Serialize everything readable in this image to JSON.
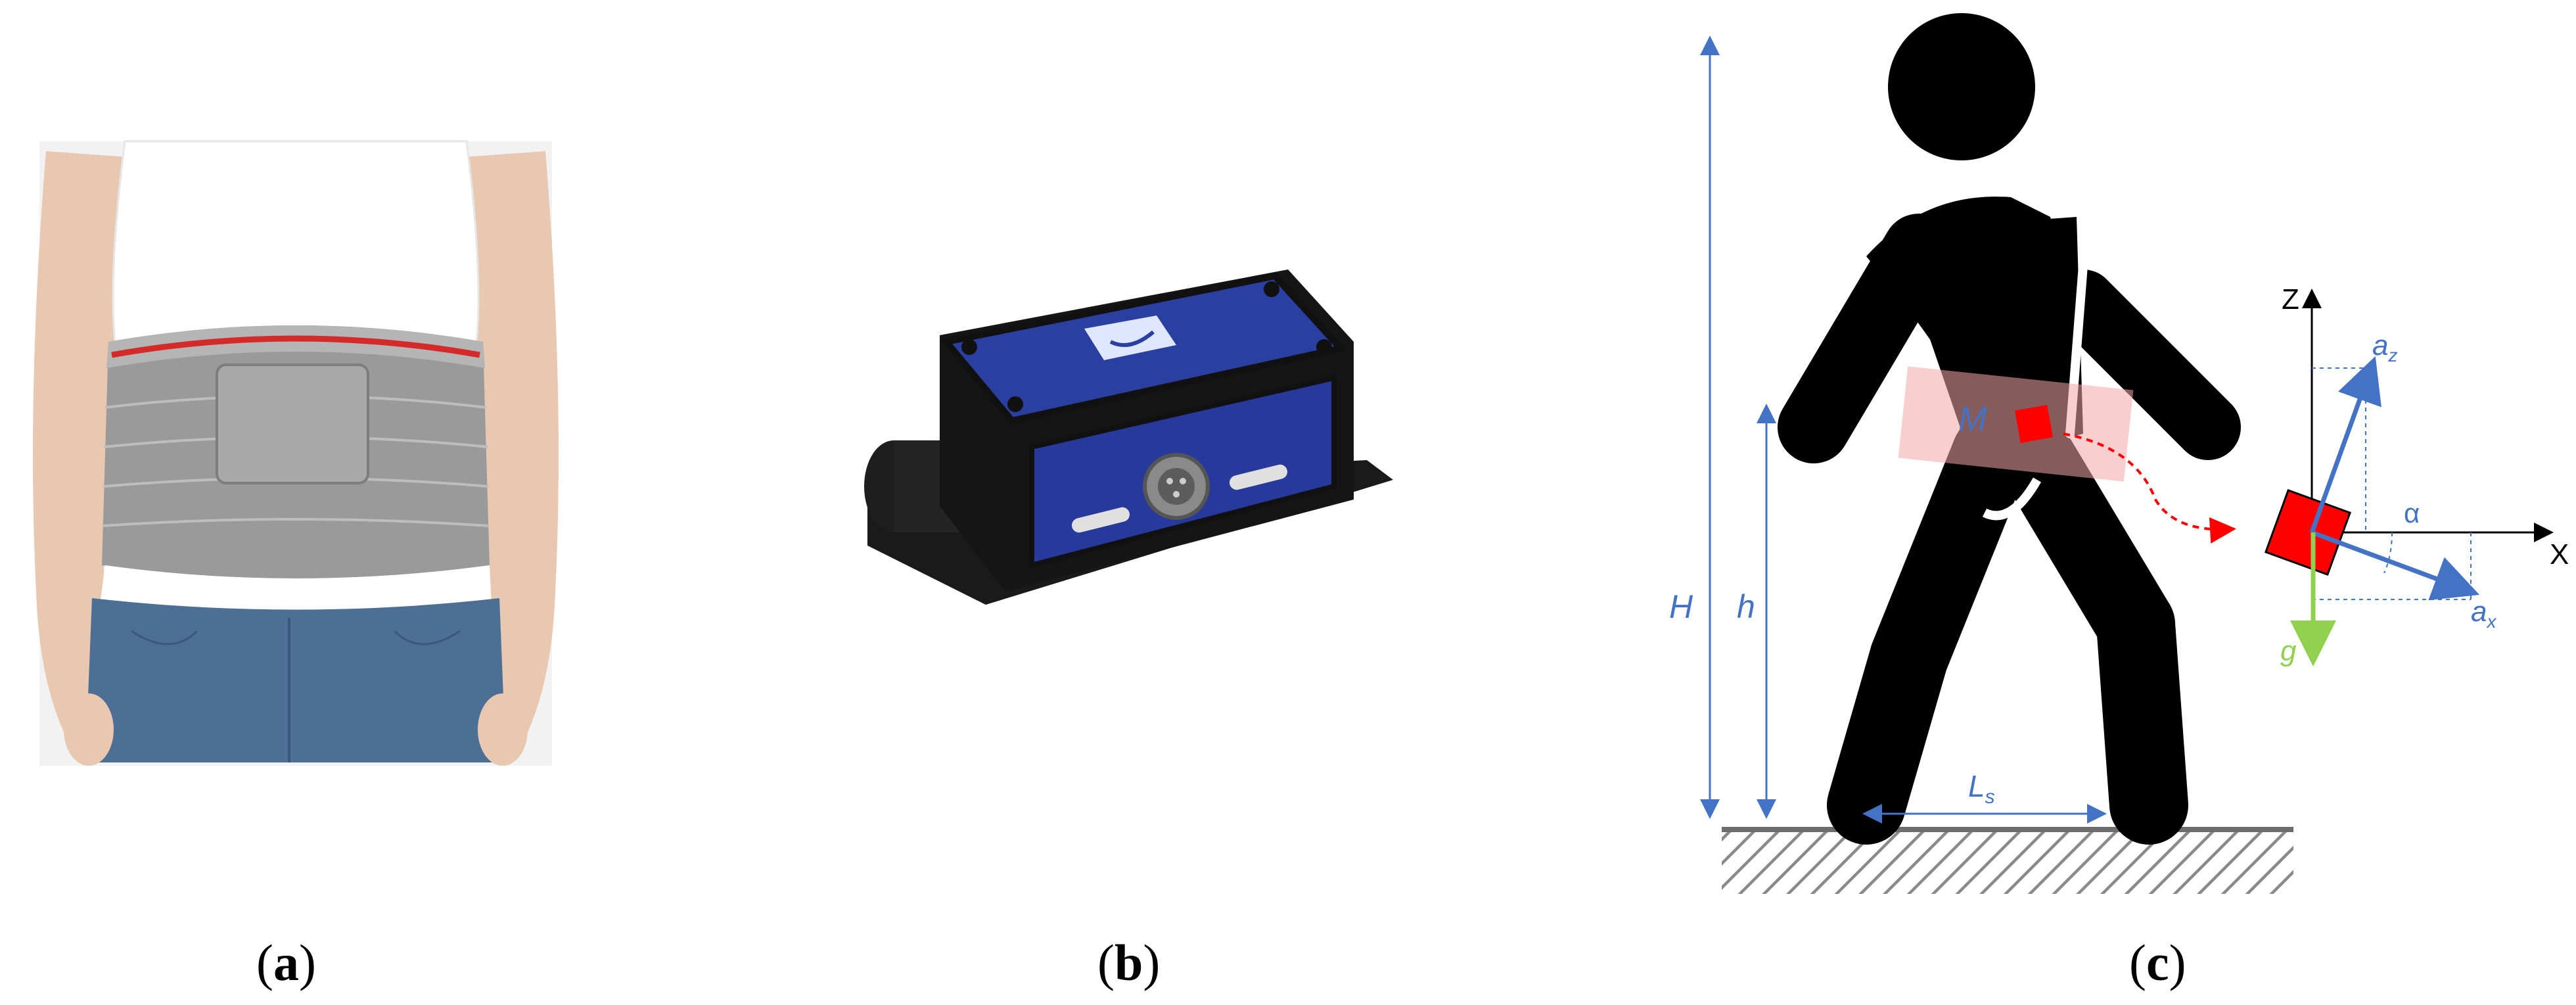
{
  "captions": {
    "a": {
      "open": "(",
      "letter": "a",
      "close": ")"
    },
    "b": {
      "open": "(",
      "letter": "b",
      "close": ")"
    },
    "c": {
      "open": "(",
      "letter": "c",
      "close": ")"
    }
  },
  "diagram": {
    "height_total": "H",
    "height_sensor": "h",
    "mass": "M",
    "step_length": "L",
    "step_length_sub": "s",
    "axis_z": "Z",
    "axis_x": "X",
    "accel_z": "a",
    "accel_z_sub": "z",
    "accel_x": "a",
    "accel_x_sub": "x",
    "gravity": "g",
    "angle": "α"
  },
  "colors": {
    "blue": "#4472c4",
    "red": "#ff0000",
    "green": "#92d050",
    "pink": "#f4a6a6"
  }
}
